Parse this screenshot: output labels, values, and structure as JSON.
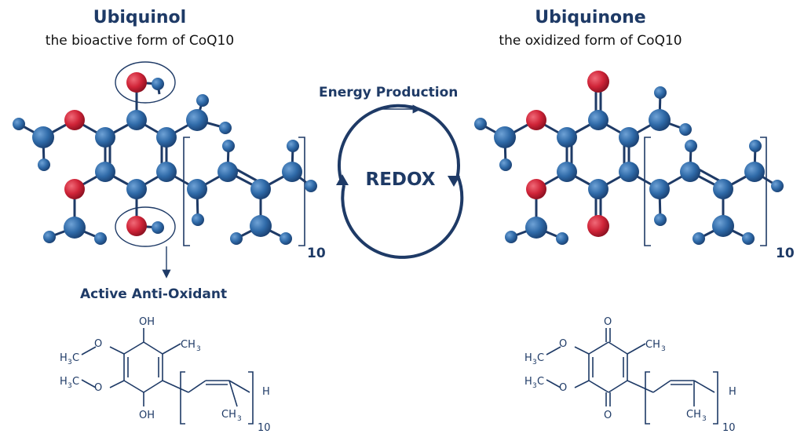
{
  "left": {
    "title": "Ubiquinol",
    "subtitle": "the bioactive form of CoQ10",
    "callout": "Active Anti-Oxidant",
    "repeat": "10"
  },
  "right": {
    "title": "Ubiquinone",
    "subtitle": "the oxidized form of CoQ10",
    "repeat": "10"
  },
  "center": {
    "arrow_label": "Energy Production",
    "cycle_label": "REDOX"
  },
  "formula_left": {
    "oh_top": "OH",
    "oh_bottom": "OH",
    "h3c": "H",
    "h3c_sub": "3",
    "h3c_tail": "C",
    "ch3": "CH",
    "ch3_sub": "3",
    "h_end": "H",
    "repeat": "10"
  },
  "formula_right": {
    "o": "O",
    "h3c": "H",
    "h3c_sub": "3",
    "h3c_tail": "C",
    "ch3": "CH",
    "ch3_sub": "3",
    "h_end": "H",
    "repeat": "10"
  },
  "colors": {
    "navy": "#1e3a66",
    "blue_atom": "#2f6aa8",
    "red_atom": "#cc2233"
  }
}
